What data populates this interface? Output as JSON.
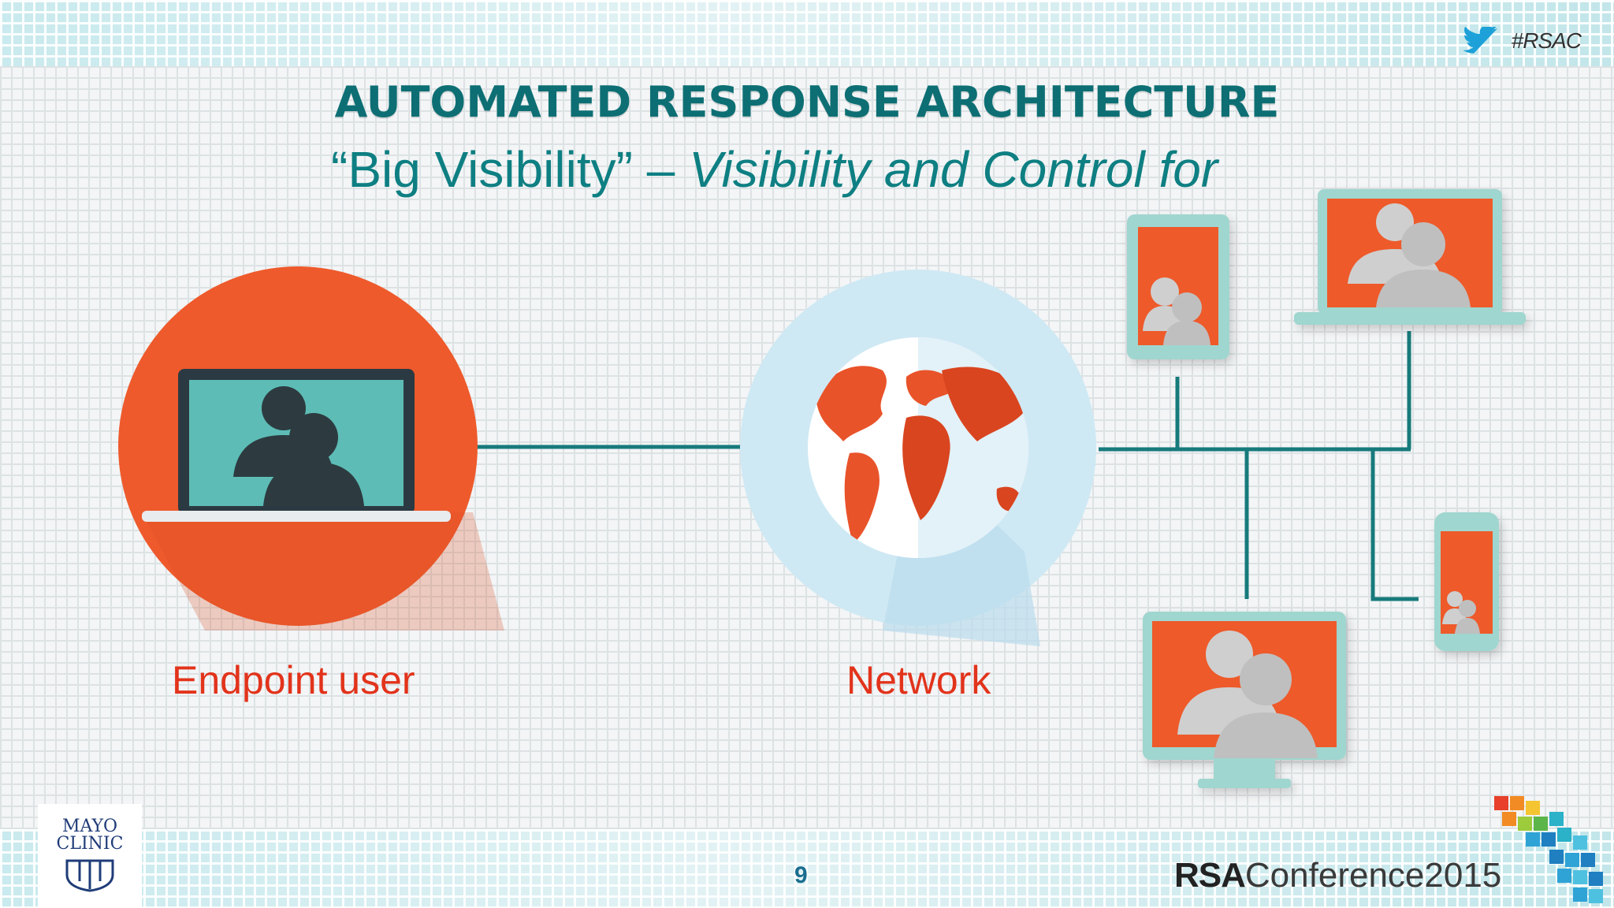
{
  "header": {
    "hashtag": "#RSAC",
    "title": "AUTOMATED RESPONSE ARCHITECTURE",
    "subtitle_plain": "“Big Visibility” – ",
    "subtitle_italic": "Visibility and Control for"
  },
  "diagram": {
    "nodes": [
      {
        "label": "Endpoint user"
      },
      {
        "label": "Network"
      }
    ]
  },
  "footer": {
    "page_number": "9",
    "conference_brand": "RSA",
    "conference_name": "Conference2015",
    "logo_text": "MAYO CLINIC"
  },
  "colors": {
    "accent_teal": "#0e7f82",
    "orange": "#ee5a2c",
    "label_red": "#e2331b",
    "light_blue": "#cde9f4"
  },
  "icons": [
    "twitter-icon",
    "laptop-icon",
    "globe-icon",
    "tablet-icon",
    "phone-icon",
    "monitor-icon",
    "mayo-shield-icon",
    "mosaic-logo-icon"
  ]
}
